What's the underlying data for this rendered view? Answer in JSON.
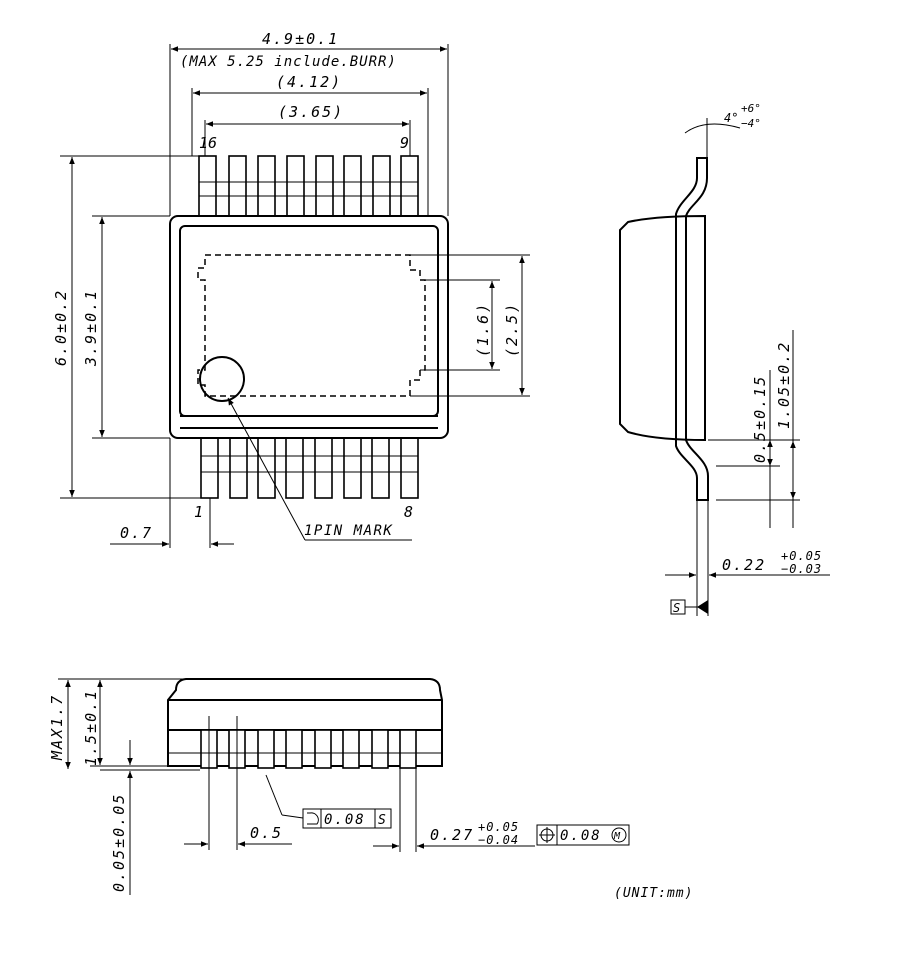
{
  "top_view": {
    "dim_overall_width": "4.9±0.1",
    "dim_max_note": "(MAX 5.25 include.BURR)",
    "dim_lead_span": "(4.12)",
    "dim_pad_span": "(3.65)",
    "pin_16": "16",
    "pin_9": "9",
    "pin_1": "1",
    "pin_8": "8",
    "dim_total_height": "6.0±0.2",
    "dim_body_height": "3.9±0.1",
    "dim_pad_inner": "(1.6)",
    "dim_pad_outer": "(2.5)",
    "dim_pitch_offset": "0.7",
    "pin_mark_label": "1PIN MARK"
  },
  "side_view": {
    "angle_label": "4°+6°−4°",
    "angle_base": "4°",
    "angle_plus": "+6°",
    "angle_minus": "−4°",
    "dim_foot_length": "0.5±0.15",
    "dim_foot_total": "1.05±0.2",
    "dim_lead_thickness": "0.22",
    "dim_lead_tol_plus": "+0.05",
    "dim_lead_tol_minus": "−0.03",
    "datum": "S"
  },
  "front_view": {
    "dim_max_height": "MAX1.7",
    "dim_body_height": "1.5±0.1",
    "dim_standoff": "0.05±0.05",
    "dim_pitch": "0.5",
    "flatness_value": "0.08",
    "flatness_datum": "S",
    "dim_lead_width": "0.27",
    "dim_lead_width_tol_plus": "+0.05",
    "dim_lead_width_tol_minus": "−0.04",
    "position_value": "0.08",
    "position_modifier": "M"
  },
  "unit_note": "(UNIT:mm)"
}
